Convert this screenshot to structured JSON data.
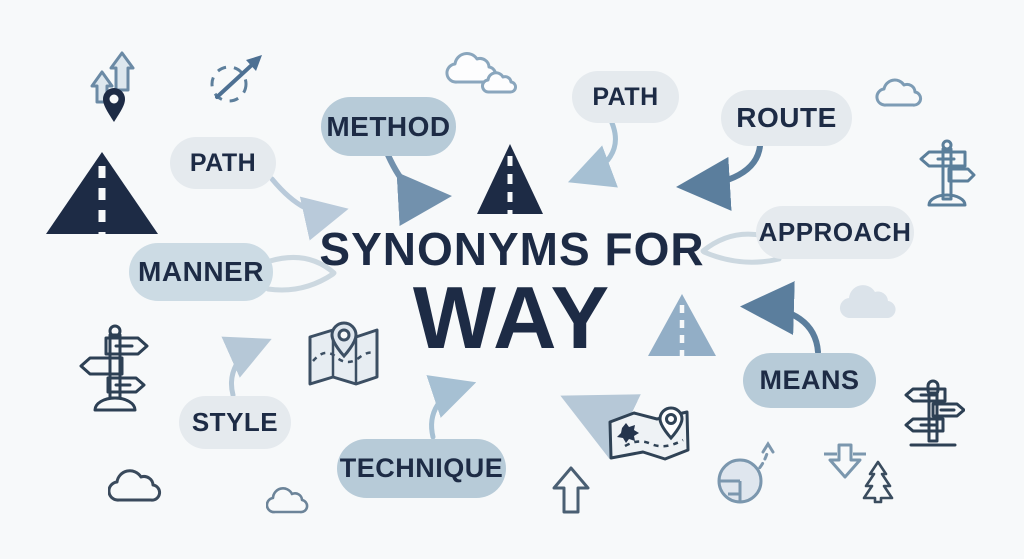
{
  "title": {
    "line1": "SYNONYMS FOR",
    "line2": "WAY"
  },
  "pills": {
    "path_left": "PATH",
    "method": "METHOD",
    "path_top": "PATH",
    "route": "ROUTE",
    "approach": "APPROACH",
    "manner": "MANNER",
    "means": "MEANS",
    "style": "STYLE",
    "technique": "TECHNIQUE"
  },
  "icons": [
    "up-arrows-location-pin-icon",
    "dashed-circle-trend-arrow-icon",
    "road-icon-left",
    "clouds-icon-top-center",
    "road-icon-center",
    "cloud-icon-top-right",
    "signpost-icon-top-right",
    "cloud-icon-right-filled",
    "road-icon-right",
    "signpost-icon-left",
    "folded-map-pin-icon-center",
    "signpost-icon-bottom-right",
    "map-route-pin-icon-bottom",
    "up-arrow-icon-bottom",
    "pie-chart-dashed-arrow-icon",
    "down-arrow-icon",
    "pine-tree-icon",
    "cloud-icon-bottom-left",
    "cloud-icon-bottom-center"
  ],
  "colors": {
    "bg": "#f7f9fa",
    "navy": "#1d2b45",
    "ink": "#2d4054",
    "pill-light": "#e5eaee",
    "pill-medium": "#b7cbd8",
    "pill-soft": "#ccdbe4",
    "steel": "#5b7f9b",
    "steel-light": "#7d9cb5",
    "icon-blue": "#92aec6",
    "arrow-light": "#b9cada",
    "arrow-steel": "#7291ad",
    "arrow-sky": "#a6c0d3",
    "arrow-deep": "#5b7e9d",
    "arrow-pale": "#b6c8d7",
    "swish": "#ccd8e0",
    "map-fill": "#e7edf2",
    "cloud-fill": "#dbe3ea"
  }
}
